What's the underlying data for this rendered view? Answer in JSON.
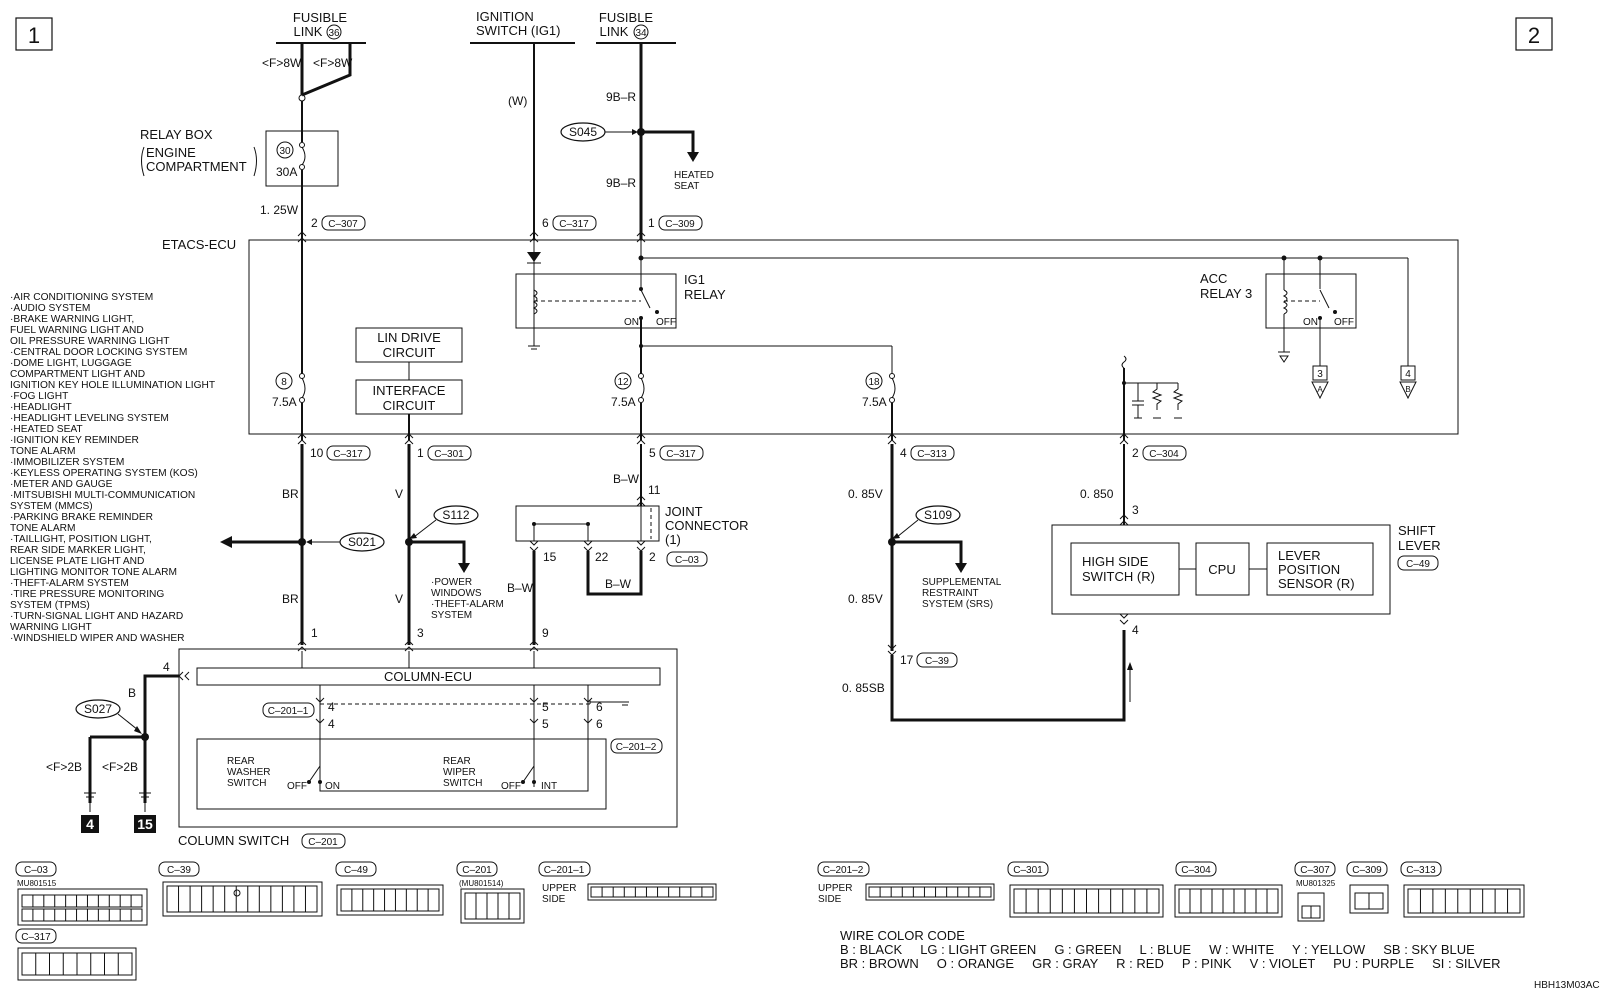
{
  "page_markers": [
    "1",
    "2"
  ],
  "sources": {
    "fusible_36": [
      "FUSIBLE",
      "LINK",
      "36"
    ],
    "ignition": [
      "IGNITION",
      "SWITCH (IG1)"
    ],
    "fusible_34": [
      "FUSIBLE",
      "LINK",
      "34"
    ]
  },
  "wires": {
    "f8w_left": "<F>8W",
    "f8w_right": "<F>8W",
    "w": "(W)",
    "b9r_top": "9B–R",
    "b9r_mid": "9B–R",
    "w125": "1. 25W",
    "br1": "BR",
    "br2": "BR",
    "v1": "V",
    "v2": "V",
    "bw1": "B–W",
    "bw2": "B–W",
    "bw3": "B–W",
    "v085_1": "0. 85V",
    "v085_2": "0. 85V",
    "sb085": "0. 85SB",
    "w0850": "0. 850",
    "b": "B",
    "f2b_left": "<F>2B",
    "f2b_right": "<F>2B"
  },
  "splices": {
    "s045": "S045",
    "s021": "S021",
    "s112": "S112",
    "s109": "S109",
    "s027": "S027"
  },
  "heated_seat": [
    "HEATED",
    "SEAT"
  ],
  "relay_box": {
    "title": "RELAY BOX",
    "sub": [
      "ENGINE",
      "COMPARTMENT"
    ],
    "fuse_no": "30",
    "rating": "30A"
  },
  "etacs": {
    "title": "ETACS-ECU",
    "lin": [
      "LIN DRIVE",
      "CIRCUIT"
    ],
    "interface": [
      "INTERFACE",
      "CIRCUIT"
    ],
    "ig1_relay": [
      "IG1",
      "RELAY"
    ],
    "acc_relay": [
      "ACC",
      "RELAY 3"
    ],
    "on": "ON",
    "off": "OFF",
    "fuse8": "8",
    "fuse12": "12",
    "fuse18": "18",
    "rating75": "7.5A"
  },
  "pins": {
    "p2": "2",
    "p6": "6",
    "p1": "1",
    "p10": "10",
    "p1b": "1",
    "p5": "5",
    "p4": "4",
    "p2b": "2",
    "p11": "11",
    "p15": "15",
    "p22": "22",
    "p2c": "2",
    "p3": "3",
    "p4c": "4",
    "p17": "17",
    "col1": "1",
    "col3": "3",
    "col9": "9",
    "col4": "4",
    "c4a": "4",
    "c4b": "4",
    "c5a": "5",
    "c5b": "5",
    "c6a": "6",
    "c6b": "6"
  },
  "connectors": {
    "c307": "C–307",
    "c317": "C–317",
    "c309": "C–309",
    "c301": "C–301",
    "c313": "C–313",
    "c304": "C–304",
    "c03": "C–03",
    "c49": "C–49",
    "c39": "C–39",
    "c2011": "C–201–1",
    "c2012": "C–201–2",
    "c201": "C–201"
  },
  "jumps": {
    "j3": "3",
    "jA": "A",
    "j4": "4",
    "jB": "B"
  },
  "systems_list": [
    "·AIR CONDITIONING SYSTEM",
    "·AUDIO SYSTEM",
    "·BRAKE WARNING LIGHT,",
    " FUEL WARNING LIGHT AND",
    " OIL PRESSURE WARNING LIGHT",
    "·CENTRAL DOOR LOCKING SYSTEM",
    "·DOME LIGHT, LUGGAGE",
    " COMPARTMENT LIGHT AND",
    " IGNITION KEY HOLE ILLUMINATION LIGHT",
    "·FOG LIGHT",
    "·HEADLIGHT",
    "·HEADLIGHT LEVELING SYSTEM",
    "·HEATED SEAT",
    "·IGNITION KEY REMINDER",
    " TONE ALARM",
    "·IMMOBILIZER SYSTEM",
    "·KEYLESS OPERATING SYSTEM (KOS)",
    "·METER AND GAUGE",
    "·MITSUBISHI MULTI-COMMUNICATION",
    " SYSTEM (MMCS)",
    "·PARKING BRAKE REMINDER",
    " TONE ALARM",
    "·TAILLIGHT, POSITION LIGHT,",
    " REAR SIDE MARKER LIGHT,",
    " LICENSE PLATE LIGHT AND",
    " LIGHTING MONITOR TONE ALARM",
    "·THEFT-ALARM SYSTEM",
    "·TIRE PRESSURE MONITORING",
    " SYSTEM (TPMS)",
    "·TURN-SIGNAL LIGHT AND HAZARD",
    " WARNING LIGHT",
    "·WINDSHIELD WIPER AND WASHER"
  ],
  "power_windows": [
    "·POWER",
    " WINDOWS",
    "·THEFT-ALARM",
    " SYSTEM"
  ],
  "joint_connector": [
    "JOINT",
    "CONNECTOR",
    "(1)"
  ],
  "srs": [
    "SUPPLEMENTAL",
    "RESTRAINT",
    "SYSTEM (SRS)"
  ],
  "shift_lever": {
    "title": [
      "SHIFT",
      "LEVER"
    ],
    "high_side": [
      "HIGH SIDE",
      "SWITCH (R)"
    ],
    "cpu": "CPU",
    "lever_pos": [
      "LEVER",
      "POSITION",
      "SENSOR (R)"
    ]
  },
  "column": {
    "ecu": "COLUMN-ECU",
    "washer": [
      "REAR",
      "WASHER",
      "SWITCH"
    ],
    "wiper": [
      "REAR",
      "WIPER",
      "SWITCH"
    ],
    "off1": "OFF",
    "on1": "ON",
    "off2": "OFF",
    "int": "INT",
    "switch_label": "COLUMN SWITCH"
  },
  "grounds": [
    "4",
    "15"
  ],
  "connector_legend": {
    "c03": "C–03",
    "c03_part": "MU801515",
    "c39": "C–39",
    "c49": "C–49",
    "c201": "C–201",
    "c201_part": "(MU801514)",
    "c2011": "C–201–1",
    "upper_side1": [
      "UPPER",
      "SIDE"
    ],
    "c317": "C–317",
    "c2012": "C–201–2",
    "upper_side2": [
      "UPPER",
      "SIDE"
    ],
    "c301": "C–301",
    "c304": "C–304",
    "c307": "C–307",
    "c307_part": "MU801325",
    "c309": "C–309",
    "c313": "C–313"
  },
  "wire_color_code": {
    "title": "WIRE COLOR CODE",
    "line1": "B : BLACK     LG : LIGHT GREEN     G : GREEN     L : BLUE     W : WHITE     Y : YELLOW     SB : SKY BLUE",
    "line2": "BR : BROWN     O : ORANGE     GR : GRAY     R : RED     P : PINK     V : VIOLET     PU : PURPLE     SI : SILVER"
  },
  "figure_code": "HBH13M03AC"
}
